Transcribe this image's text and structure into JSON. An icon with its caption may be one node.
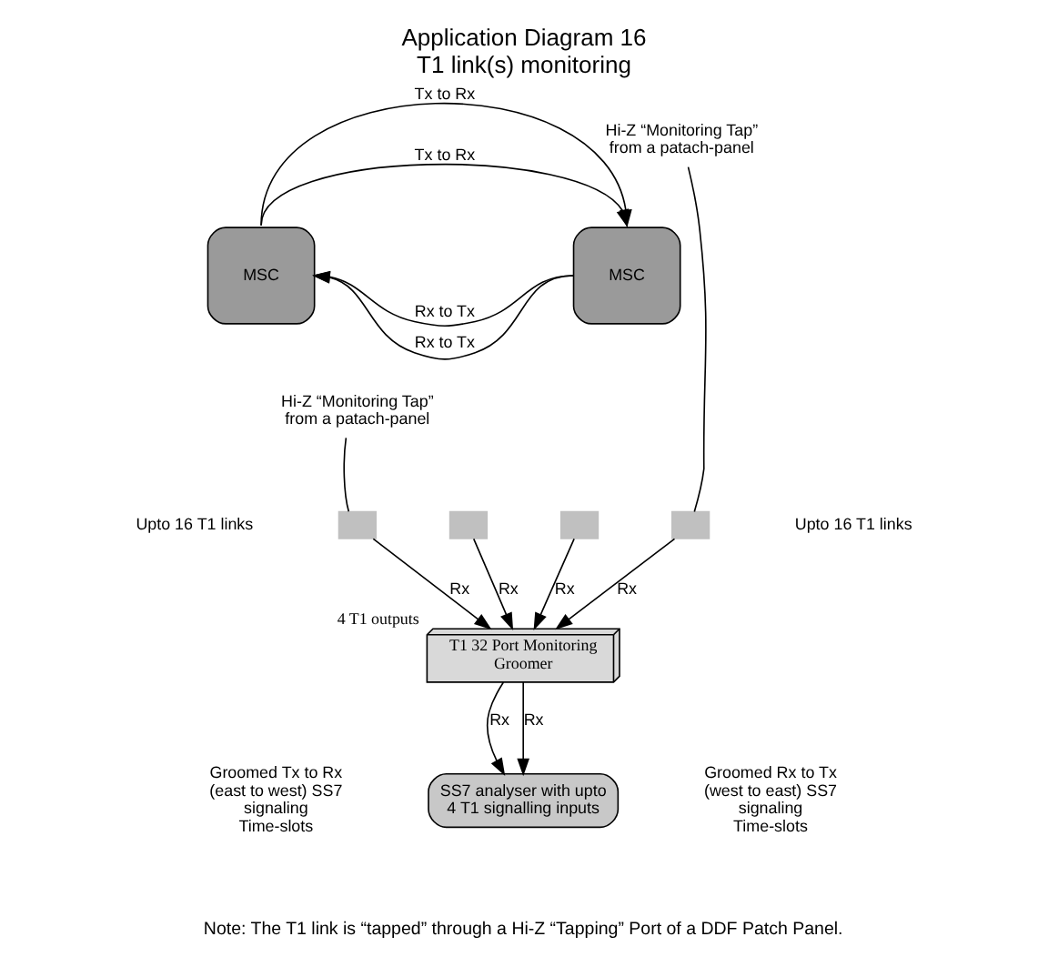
{
  "diagram": {
    "title": "Application Diagram 16 T1 link(s) monitoring",
    "caption": "Note: The T1 link is “tapped” through a Hi-Z “Tapping” Port of a DDF Patch Panel.",
    "nodes": [
      {
        "text": [
          "MSC"
        ]
      },
      {
        "text": [
          "MSC"
        ]
      },
      {
        "text": [],
        "shape": "box"
      },
      {
        "text": [],
        "shape": "box"
      },
      {
        "text": [],
        "shape": "box"
      },
      {
        "text": [],
        "shape": "box"
      },
      {
        "text": [
          "Hi-Z “Monitoring Tap” from a patach-panel"
        ]
      },
      {
        "text": [
          "Hi-Z “Monitoring Tap” from a patach-panel"
        ]
      },
      {
        "text": [
          "T1 32 Port Monitoring Groomer"
        ],
        "beside": [
          "4 T1 outputs"
        ]
      },
      {
        "text": [
          "SS7 analyser with upto 4 T1 signalling inputs"
        ]
      }
    ],
    "edges": [
      {
        "from": 0,
        "to": 1,
        "arrow": "to",
        "label": "Tx to Rx"
      },
      {
        "from": 0,
        "to": 1,
        "arrow": "to",
        "label": "Tx to Rx"
      },
      {
        "from": 1,
        "to": 0,
        "arrow": "to",
        "label": "Rx to Tx"
      },
      {
        "from": 1,
        "to": 0,
        "arrow": "to",
        "label": "Rx to Tx"
      },
      {
        "from": 6,
        "to": 5,
        "arrow": "none"
      },
      {
        "from": 7,
        "to": 2,
        "arrow": "none"
      },
      {
        "from": 2,
        "to": 8,
        "arrow": "to",
        "label": "Rx"
      },
      {
        "from": 3,
        "to": 8,
        "arrow": "to",
        "label": "Rx"
      },
      {
        "from": 4,
        "to": 8,
        "arrow": "to",
        "label": "Rx"
      },
      {
        "from": 5,
        "to": 8,
        "arrow": "to",
        "label": "Rx"
      },
      {
        "from": 8,
        "to": 9,
        "arrow": "to",
        "label": "Rx"
      },
      {
        "from": 8,
        "to": 9,
        "arrow": "to",
        "label": "Rx"
      }
    ],
    "labels": [
      "Upto 16 T1 links",
      "Upto 16 T1 links",
      "Groomed Tx to Rx (east to west) SS7 signaling Time-slots",
      "Groomed Rx to Tx (west to east) SS7 signaling Time-slots"
    ]
  }
}
